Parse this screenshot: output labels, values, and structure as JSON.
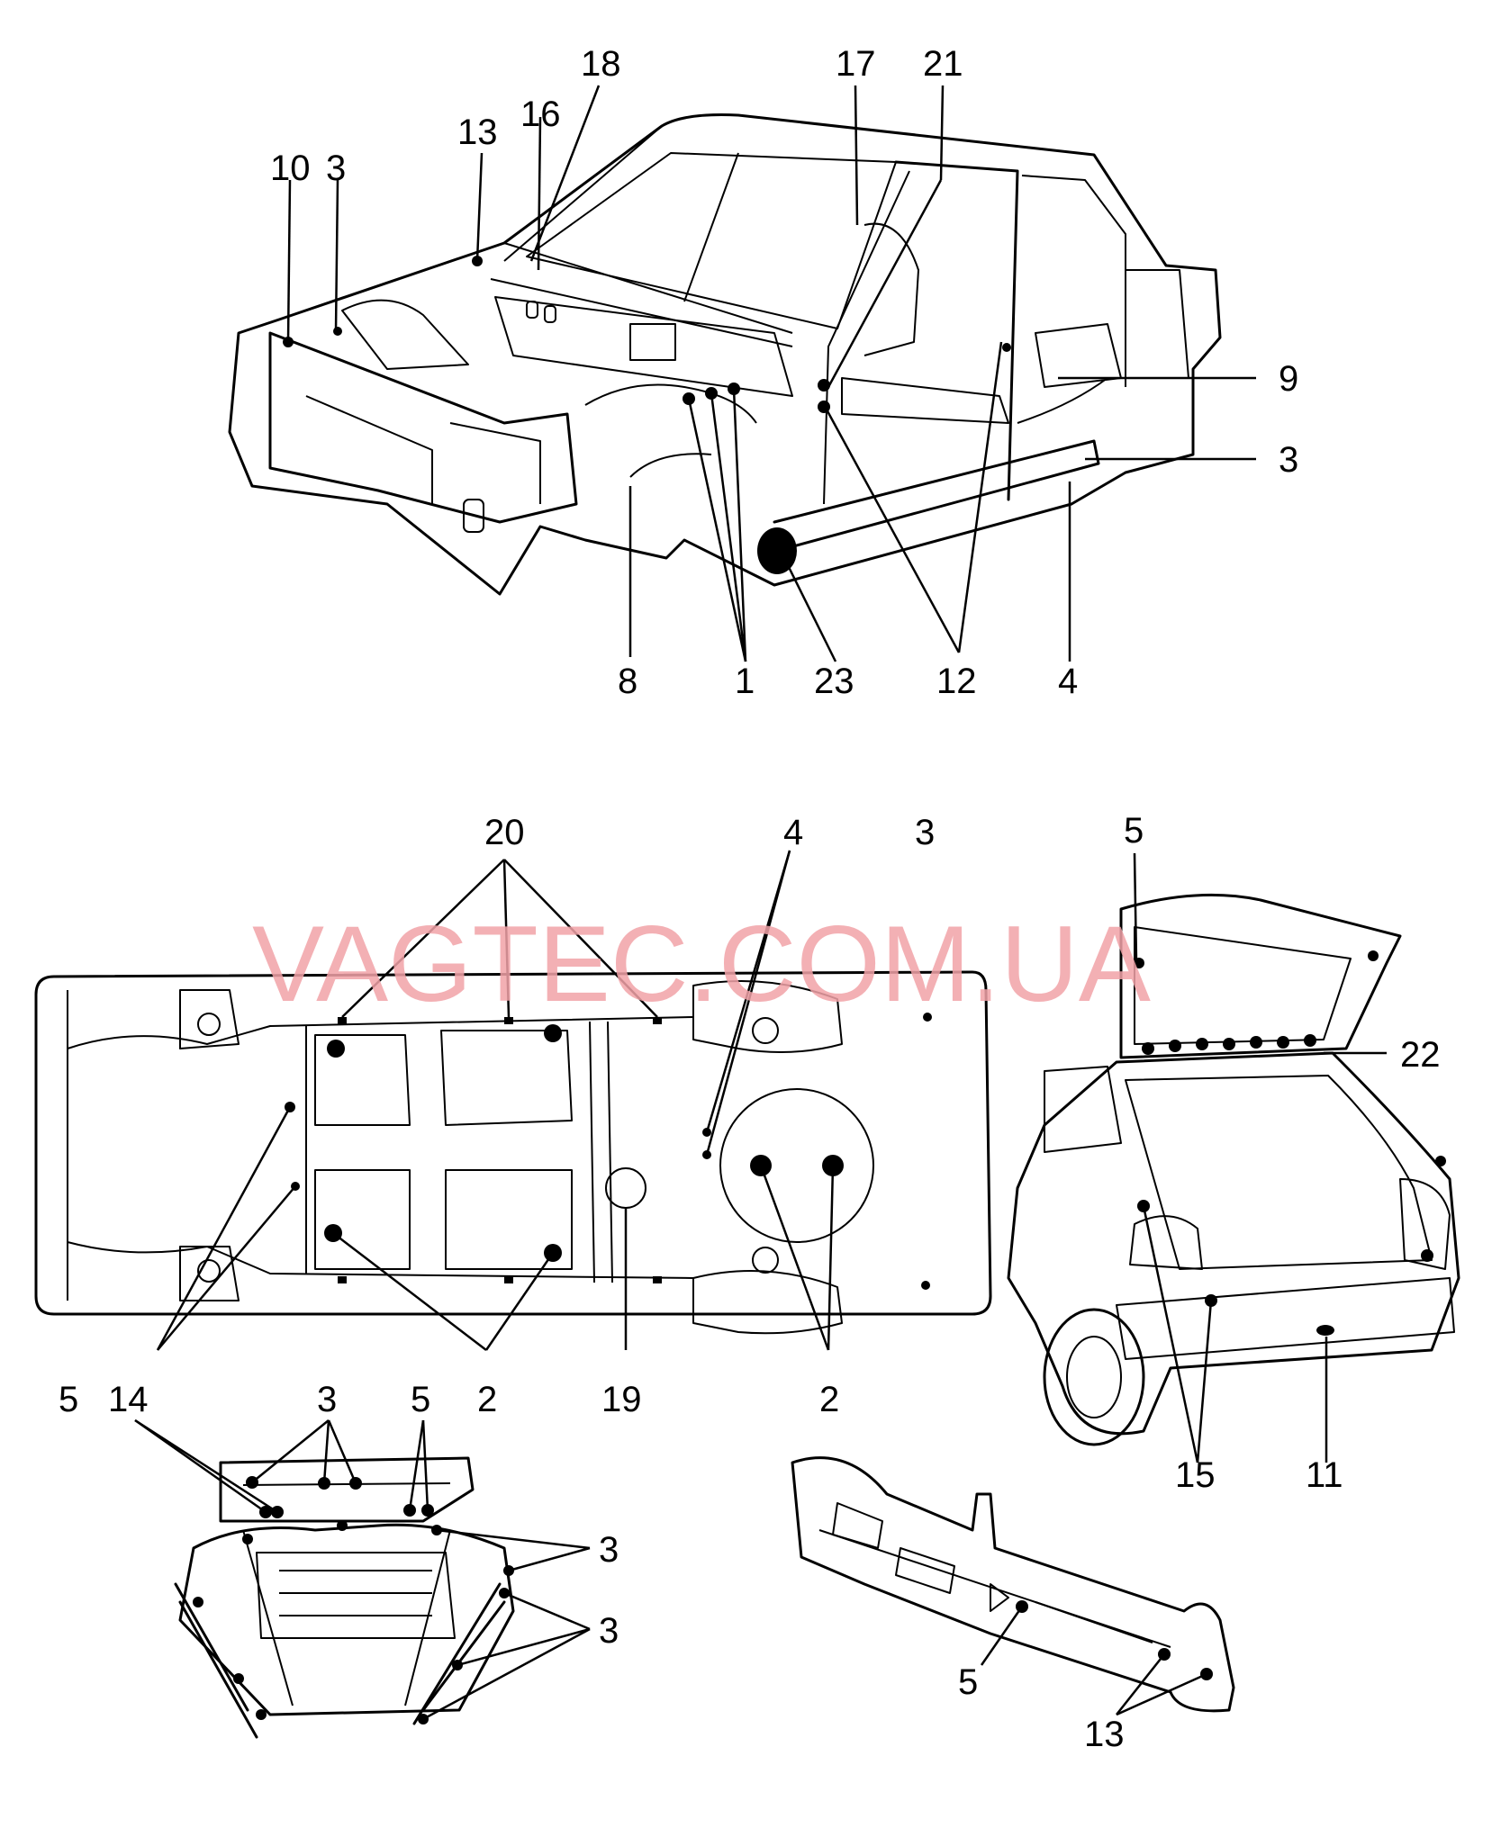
{
  "watermark": "VAGTEC.COM.UA",
  "views": {
    "car_body_front": {
      "callouts": [
        "18",
        "17",
        "21",
        "16",
        "13",
        "10",
        "3",
        "9",
        "3",
        "8",
        "1",
        "23",
        "12",
        "4"
      ]
    },
    "floor_pan_underside": {
      "callouts": [
        "20",
        "4",
        "3",
        "14",
        "2",
        "19",
        "2",
        "5"
      ]
    },
    "rear_hatch": {
      "callouts": [
        "5",
        "22",
        "15",
        "11"
      ]
    },
    "front_underbody": {
      "callouts": [
        "3",
        "5",
        "3",
        "3",
        "5"
      ]
    },
    "rear_bumper_panel": {
      "callouts": [
        "5",
        "13"
      ]
    }
  }
}
